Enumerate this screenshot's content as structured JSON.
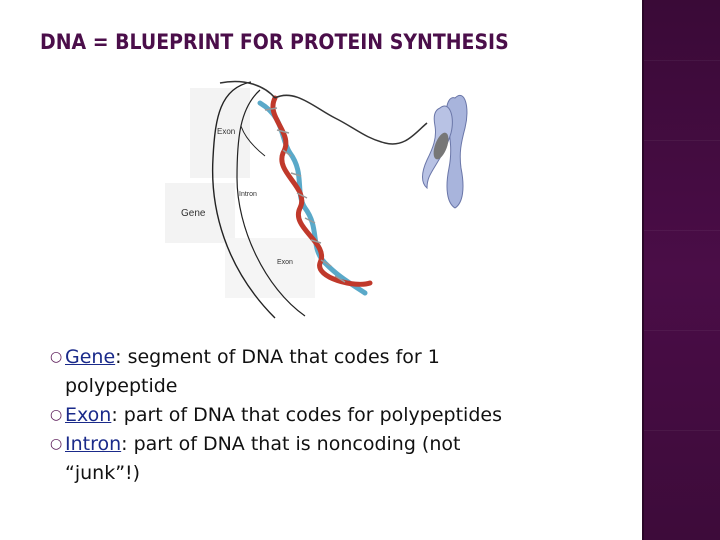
{
  "slide": {
    "title": "DNA = BLUEPRINT FOR PROTEIN SYNTHESIS"
  },
  "figure": {
    "labels": {
      "exon_top": "Exon",
      "intron": "Intron",
      "gene": "Gene",
      "exon_bottom": "Exon"
    }
  },
  "bullets": [
    {
      "term": "Gene",
      "text": ": segment of DNA that codes for 1",
      "continuation": "polypeptide"
    },
    {
      "term": "Exon",
      "text": ": part of DNA that codes for polypeptides",
      "continuation": ""
    },
    {
      "term": "Intron",
      "text": ": part of DNA that is noncoding (not",
      "continuation": "“junk”!)"
    }
  ],
  "colors": {
    "title": "#4b0e4a",
    "band": "#4a0d47",
    "term": "#1a2a8a",
    "helix_red": "#c0392b",
    "helix_blue": "#5aa9c9"
  }
}
